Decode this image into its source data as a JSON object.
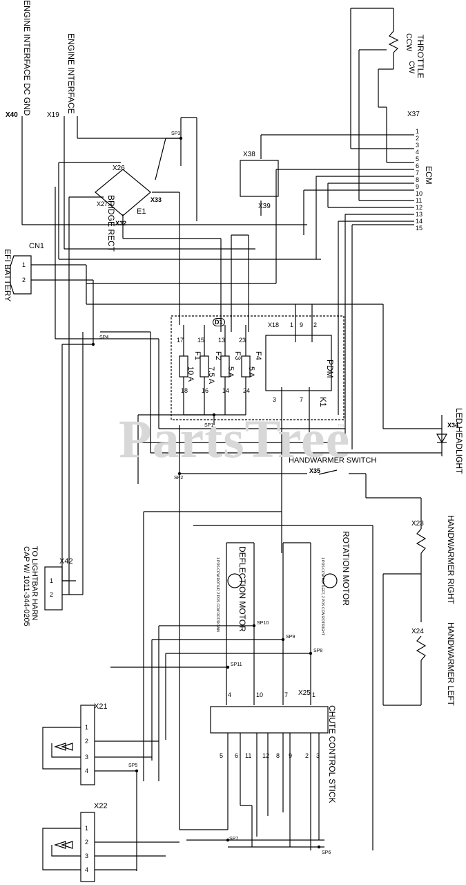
{
  "watermark": {
    "text": "PartsTree",
    "mark": "™"
  },
  "labels": {
    "engine_interface_dc_gnd": "ENGINE INTERFACE DC GND",
    "engine_interface": "ENGINE INTERFACE",
    "throttle": "THROTTLE",
    "ccw": "CCW",
    "cw": "CW",
    "ecm": "ECM",
    "bridge_rect": "BRIDGE RECT",
    "e1": "E1",
    "efi_battery": "EFI BATTERY",
    "cn1": "CN1",
    "pdm": "PDM",
    "k1": "K1",
    "led_headlight": "LED HEADLIGHT",
    "handwarmer_switch": "HANDWARMER SWITCH",
    "handwarmer_right": "HANDWARMER RIGHT",
    "handwarmer_left": "HANDWARMER LEFT",
    "deflection_motor": "DEFLECTION MOTOR",
    "rotation_motor": "ROTATION MOTOR",
    "chute_control_stick": "CHUTE CONTROL STICK",
    "to_lightbar_harn": "TO LIGHTBAR HARN",
    "cap_w": "CAP W/ 1011-344-0205"
  },
  "connectors": {
    "x40": "X40",
    "x19": "X19",
    "x37": "X37",
    "x38": "X38",
    "x39": "X39",
    "x26": "X26",
    "x27": "X27",
    "x32": "X32",
    "x33": "X33",
    "x18": "X18",
    "x34": "X34",
    "x35": "X35",
    "x23": "X23",
    "x24": "X24",
    "x25": "X25",
    "x42": "X42",
    "x21": "X21",
    "x22": "X22",
    "d1": "D1"
  },
  "fuses": [
    {
      "name": "F1",
      "rating": "10 A"
    },
    {
      "name": "F2",
      "rating": "7.5 A"
    },
    {
      "name": "F3",
      "rating": "5 A"
    },
    {
      "name": "F4",
      "rating": "5 A"
    }
  ],
  "splices": [
    "SP1",
    "SP2",
    "SP3",
    "SP4",
    "SP5",
    "SP6",
    "SP7",
    "SP8",
    "SP9",
    "SP10",
    "SP11"
  ],
  "pins": {
    "fuse_top": [
      "17",
      "15",
      "13",
      "23"
    ],
    "fuse_bottom": [
      "18",
      "16",
      "14",
      "24"
    ],
    "pdm_top": [
      "1",
      "9",
      "2"
    ],
    "pdm_bottom": [
      "3",
      "7"
    ],
    "ecm": [
      "1",
      "2",
      "3",
      "4",
      "5",
      "6",
      "7",
      "8",
      "9",
      "10",
      "11",
      "12",
      "13",
      "14",
      "15"
    ],
    "chute_top": [
      "4",
      "10",
      "7",
      "1"
    ],
    "chute_bottom": [
      "5",
      "6",
      "11",
      "12",
      "8",
      "9",
      "2",
      "3"
    ],
    "x21": [
      "1",
      "2",
      "3",
      "4"
    ],
    "x22": [
      "1",
      "2",
      "3",
      "4"
    ],
    "x42": [
      "1",
      "2"
    ],
    "cn1": [
      "1",
      "2"
    ]
  },
  "motor_notes": {
    "deflection": "1 POS CCW ROT/UP, 2 POS CCW ROT/DOWN",
    "rotation": "1 POS CCW ROT/LEFT, 2 POS CCW ROT/RIGHT"
  }
}
